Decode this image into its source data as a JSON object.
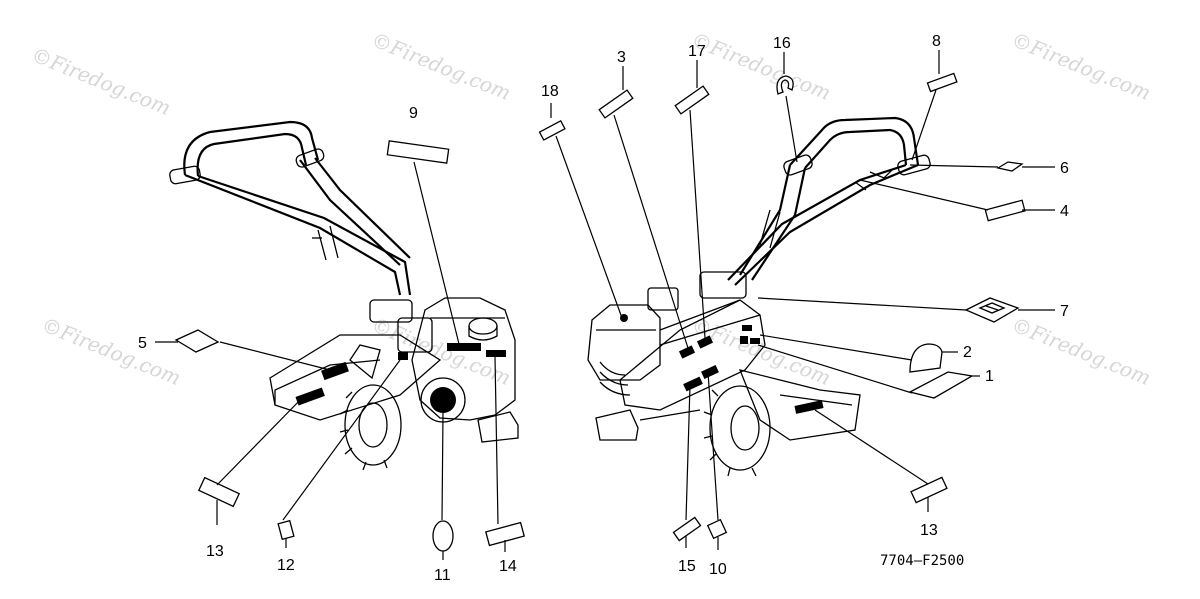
{
  "diagram": {
    "code": "7704—F2500",
    "watermark": "©Firedog.com",
    "callouts": {
      "c1": "1",
      "c2": "2",
      "c3": "3",
      "c4": "4",
      "c5": "5",
      "c6": "6",
      "c7": "7",
      "c8": "8",
      "c9": "9",
      "c10": "10",
      "c11": "11",
      "c12": "12",
      "c13a": "13",
      "c13b": "13",
      "c14": "14",
      "c15": "15",
      "c16": "16",
      "c17": "17",
      "c18": "18"
    }
  }
}
